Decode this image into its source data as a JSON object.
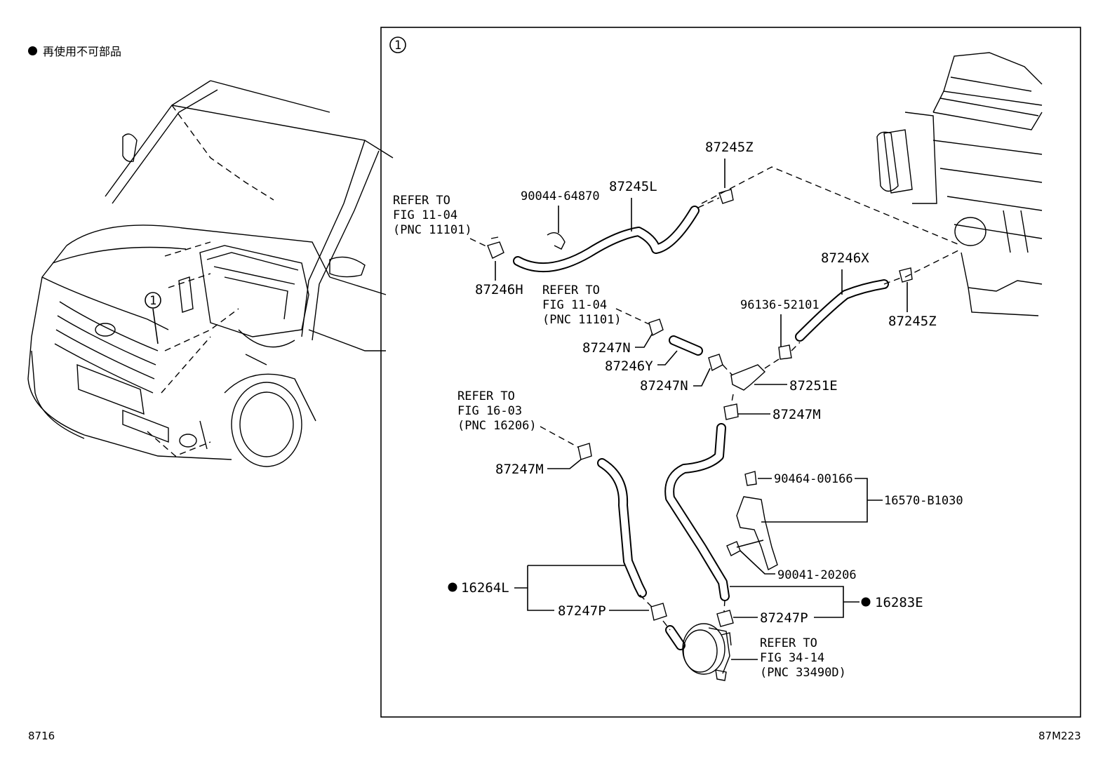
{
  "legend": {
    "label": "再使用不可部品"
  },
  "footer": {
    "left_code": "8716",
    "right_code": "87M223"
  },
  "callout": {
    "number": "1"
  },
  "refs": {
    "ref1": [
      "REFER TO",
      "FIG 11-04",
      "(PNC 11101)"
    ],
    "ref2": [
      "REFER TO",
      "FIG 11-04",
      "(PNC 11101)"
    ],
    "ref3": [
      "REFER TO",
      "FIG 16-03",
      "(PNC 16206)"
    ],
    "ref4": [
      "REFER TO",
      "FIG 34-14",
      "(PNC 33490D)"
    ]
  },
  "parts": {
    "p87245Z_top": "87245Z",
    "p87245L": "87245L",
    "p90044": "90044-64870",
    "p87246H": "87246H",
    "p87246X": "87246X",
    "p96136": "96136-52101",
    "p87245Z_right": "87245Z",
    "p87247N_a": "87247N",
    "p87246Y": "87246Y",
    "p87247N_b": "87247N",
    "p87251E": "87251E",
    "p87247M_right": "87247M",
    "p87247M_left": "87247M",
    "p90464": "90464-00166",
    "p16570": "16570-B1030",
    "p90041": "90041-20206",
    "p16264L": "16264L",
    "p87247P_left": "87247P",
    "p16283E": "16283E",
    "p87247P_right": "87247P"
  }
}
